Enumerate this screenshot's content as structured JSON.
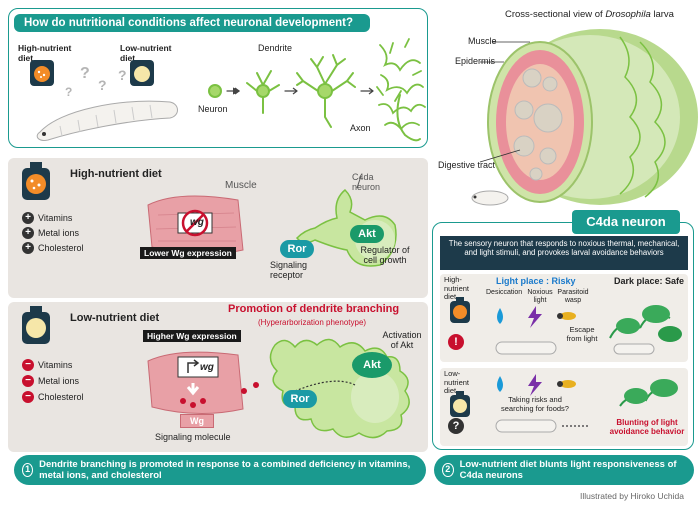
{
  "top": {
    "title": "How do nutritional conditions affect neuronal development?",
    "high_diet": "High-nutrient diet",
    "low_diet": "Low-nutrient diet",
    "neuron": "Neuron",
    "dendrite": "Dendrite",
    "axon": "Axon"
  },
  "cross": {
    "title": "Cross-sectional view of",
    "title_italic": "Drosophila",
    "title_end": "larva",
    "muscle": "Muscle",
    "epidermis": "Epidermis",
    "digestive": "Digestive tract"
  },
  "high": {
    "title": "High-nutrient diet",
    "nutrients": [
      "Vitamins",
      "Metal ions",
      "Cholesterol"
    ],
    "muscle": "Muscle",
    "lower_wg": "Lower Wg expression",
    "wg": "wg",
    "c4da": "C4da neuron",
    "akt": "Akt",
    "regulator": "Regulator of cell growth",
    "ror": "Ror",
    "signaling_receptor": "Signaling receptor"
  },
  "low": {
    "title": "Low-nutrient diet",
    "nutrients": [
      "Vitamins",
      "Metal ions",
      "Cholesterol"
    ],
    "promotion": "Promotion of dendrite branching",
    "hyper": "(Hyperarborization phenotype)",
    "higher_wg": "Higher Wg expression",
    "wg": "wg",
    "wg_protein": "Wg",
    "signaling_molecule": "Signaling molecule",
    "activation": "Activation of Akt",
    "akt": "Akt",
    "ror": "Ror"
  },
  "c4da_panel": {
    "title": "C4da neuron",
    "description": "The sensory neuron that responds to noxious thermal, mechanical, and light stimuli, and provokes larval avoidance behaviors",
    "high_diet": "High-nutrient diet",
    "low_diet": "Low-nutrient diet",
    "light_place": "Light place : Risky",
    "dark_place": "Dark place: Safe",
    "desiccation": "Desiccation",
    "noxious_light": "Noxious light",
    "parasitoid": "Parasitoid wasp",
    "escape": "Escape from light",
    "taking_risks": "Taking risks and searching for foods?",
    "blunting": "Blunting of light avoidance behavior"
  },
  "footer": {
    "num1": "1",
    "caption1": "Dendrite branching is promoted in response to a combined deficiency in vitamins, metal ions, and cholesterol",
    "num2": "2",
    "caption2": "Low-nutrient diet blunts light responsiveness of C4da neurons",
    "credit": "Illustrated by Hiroko Uchida"
  },
  "colors": {
    "teal": "#1a9a8f",
    "red": "#c8102e",
    "green": "#8cc63f",
    "muscle": "#e8a0a6"
  }
}
